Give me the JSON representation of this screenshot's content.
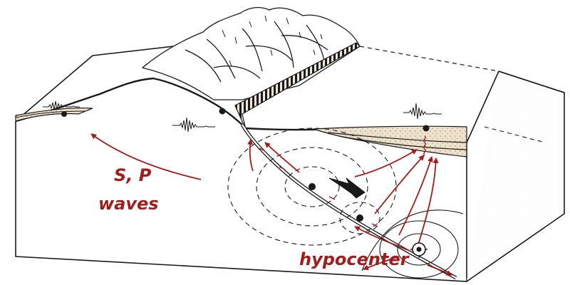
{
  "labels": {
    "waves_line1": "S, P",
    "waves_line2": "waves",
    "hypocenter": "hypocenter"
  },
  "colors": {
    "ink": "#1a1a1a",
    "wave_red": "#a11d1d",
    "sediment": "#efe2cc",
    "sediment_dots": "#9a8a70",
    "background": "#ffffff"
  }
}
